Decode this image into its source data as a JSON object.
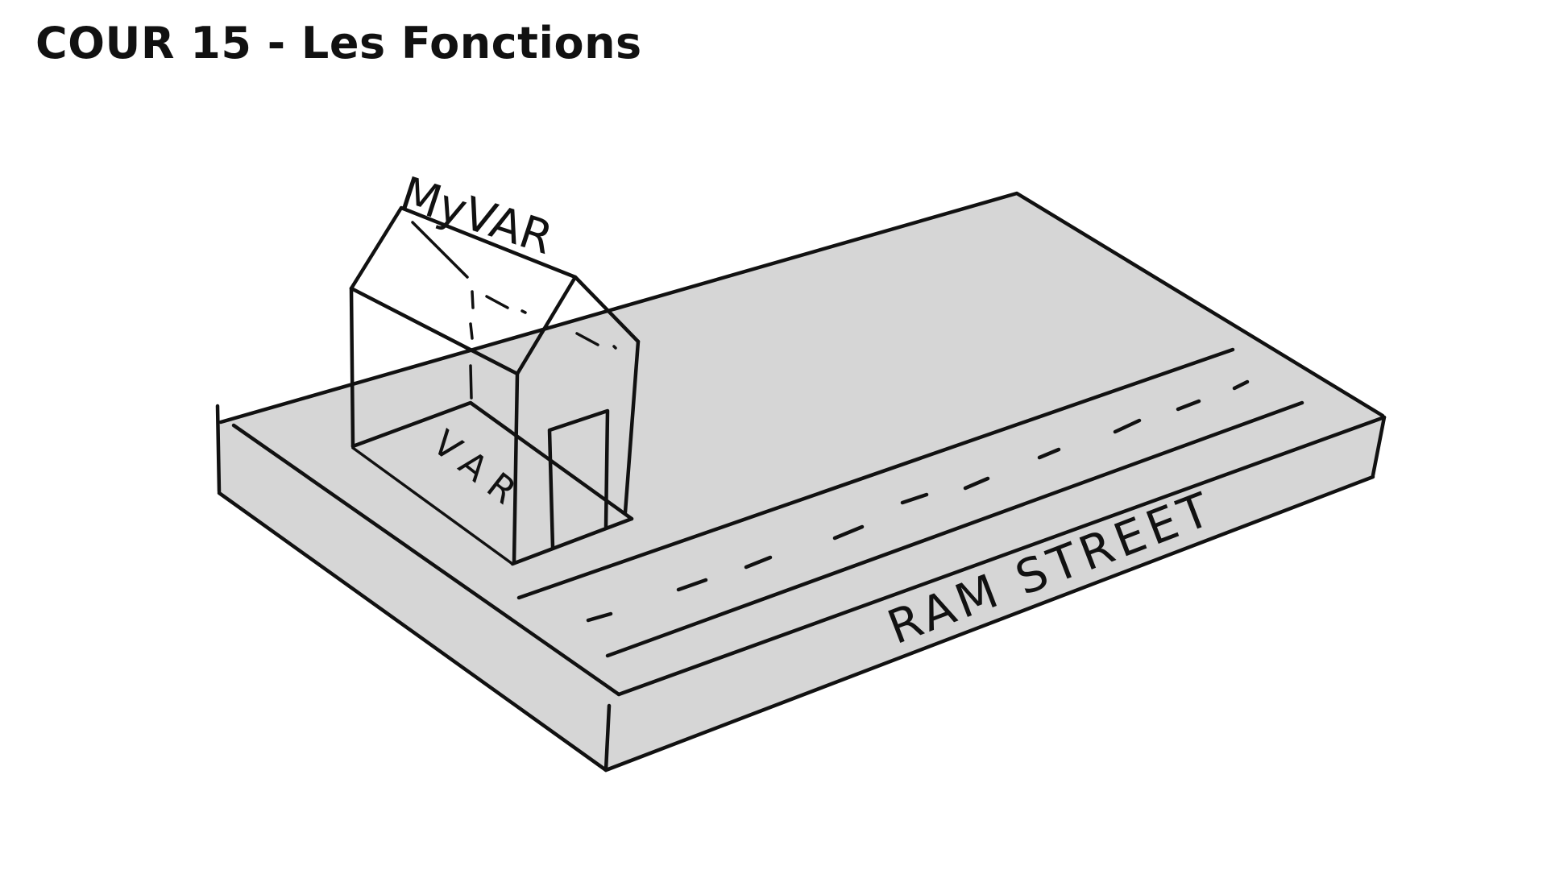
{
  "slide": {
    "title": "COUR 15 - Les Fonctions"
  },
  "diagram": {
    "roof_label": "MyVAR",
    "floor_label": "VAR",
    "street_label": "RAM STREET"
  },
  "colors": {
    "ink": "#111111",
    "slab_fill": "#d6d6d6",
    "background": "#ffffff"
  }
}
